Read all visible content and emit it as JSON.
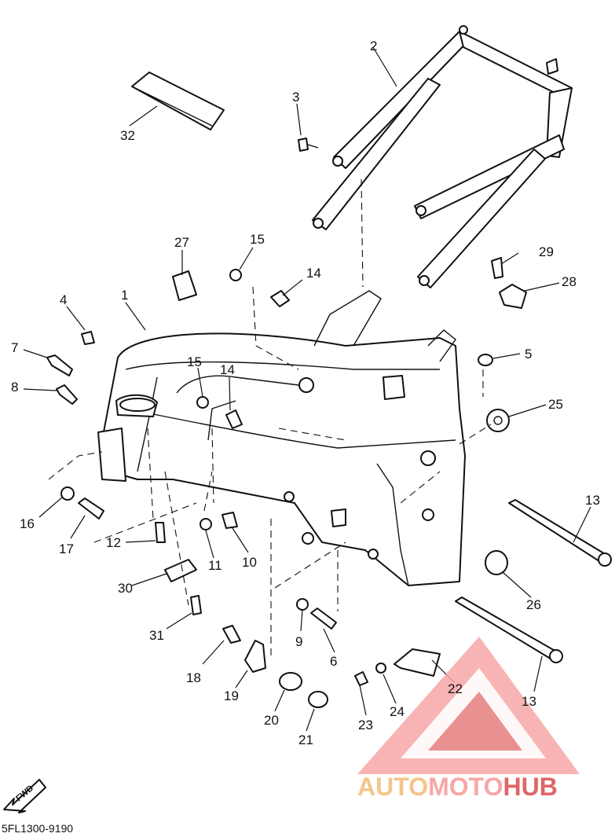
{
  "diagram": {
    "part_code": "5FL1300-9190",
    "direction_label": "FWD",
    "callouts": [
      "1",
      "2",
      "3",
      "4",
      "5",
      "6",
      "7",
      "8",
      "9",
      "10",
      "11",
      "12",
      "13",
      "13",
      "14",
      "14",
      "15",
      "15",
      "16",
      "17",
      "18",
      "19",
      "20",
      "21",
      "22",
      "23",
      "24",
      "25",
      "26",
      "27",
      "28",
      "29",
      "30",
      "31",
      "32"
    ]
  },
  "watermark": {
    "part_a": "AUTO",
    "part_b": "MOTO",
    "part_c": "HUB",
    "colors": {
      "light": "#f5c48a",
      "pink": "#f7a7a7",
      "red": "#e06565"
    }
  }
}
